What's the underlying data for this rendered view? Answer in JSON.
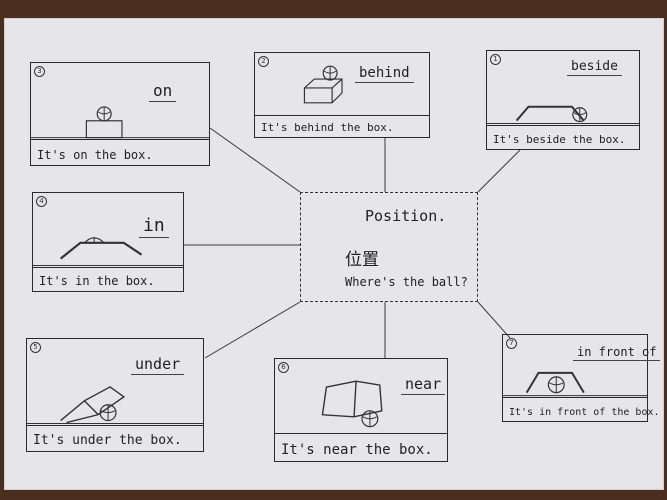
{
  "center": {
    "title": "Position.",
    "chinese": "位置",
    "question": "Where's the ball?"
  },
  "cards": [
    {
      "number": "3",
      "word": "on",
      "sentence": "It's on the box."
    },
    {
      "number": "2",
      "word": "behind",
      "sentence": "It's behind the box."
    },
    {
      "number": "1",
      "word": "beside",
      "sentence": "It's beside the box."
    },
    {
      "number": "4",
      "word": "in",
      "sentence": "It's in the box."
    },
    {
      "number": "5",
      "word": "under",
      "sentence": "It's under the box."
    },
    {
      "number": "6",
      "word": "near",
      "sentence": "It's near the box."
    },
    {
      "number": "7",
      "word": "in front of",
      "sentence": "It's in front of the box."
    }
  ]
}
